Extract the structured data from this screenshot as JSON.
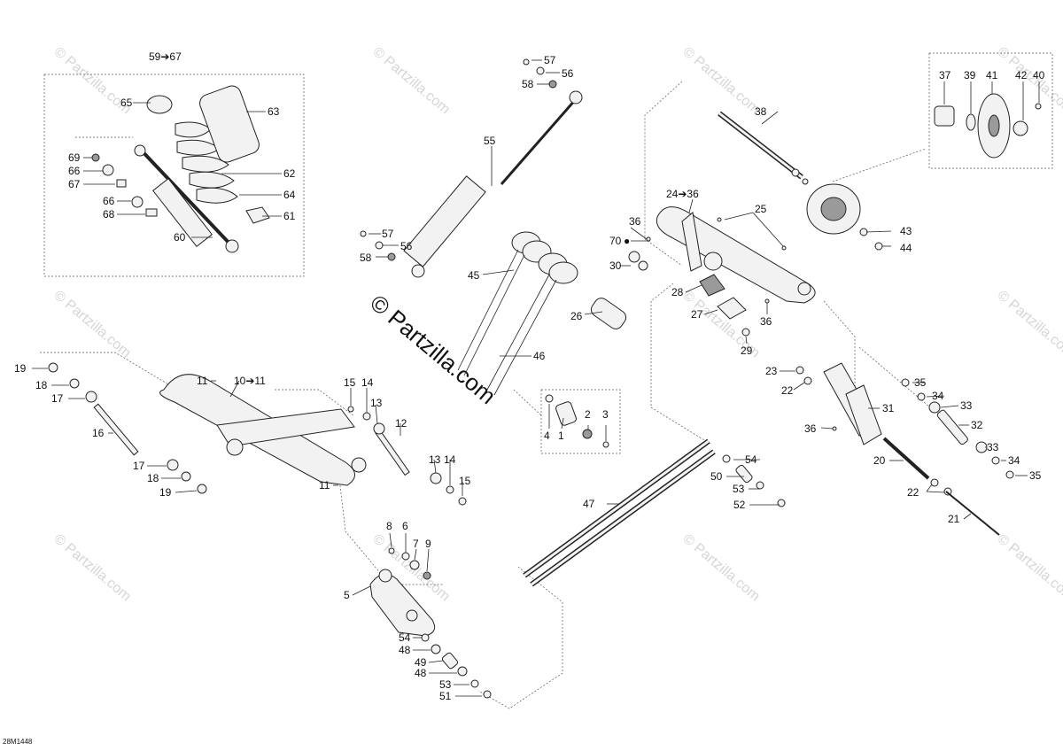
{
  "diagram_code": "28M1448",
  "watermark_main": "© Partzilla.com",
  "watermark_small": "© Partzilla.com",
  "group_labels": {
    "g59": "59➔67",
    "g24": "24➔36",
    "g10": "10➔11"
  },
  "part_labels": {
    "p1": "1",
    "p2": "2",
    "p3": "3",
    "p4": "4",
    "p5": "5",
    "p6": "6",
    "p7": "7",
    "p8": "8",
    "p9": "9",
    "p11": "11",
    "p12": "12",
    "p13": "13",
    "p14": "14",
    "p15": "15",
    "p16": "16",
    "p17": "17",
    "p18": "18",
    "p19": "19",
    "p20": "20",
    "p21": "21",
    "p22": "22",
    "p23": "23",
    "p25": "25",
    "p26": "26",
    "p27": "27",
    "p28": "28",
    "p29": "29",
    "p30": "30",
    "p31": "31",
    "p32": "32",
    "p33": "33",
    "p34": "34",
    "p35": "35",
    "p36": "36",
    "p37": "37",
    "p38": "38",
    "p39": "39",
    "p40": "40",
    "p41": "41",
    "p42": "42",
    "p43": "43",
    "p44": "44",
    "p45": "45",
    "p46": "46",
    "p47": "47",
    "p48": "48",
    "p49": "49",
    "p50": "50",
    "p51": "51",
    "p52": "52",
    "p53": "53",
    "p54": "54",
    "p55": "55",
    "p56": "56",
    "p57": "57",
    "p58": "58",
    "p60": "60",
    "p61": "61",
    "p62": "62",
    "p63": "63",
    "p64": "64",
    "p65": "65",
    "p66": "66",
    "p67": "67",
    "p68": "68",
    "p69": "69",
    "p70": "70"
  },
  "colors": {
    "line": "#222222",
    "watermark": "#d6d6d6",
    "text": "#111111"
  }
}
